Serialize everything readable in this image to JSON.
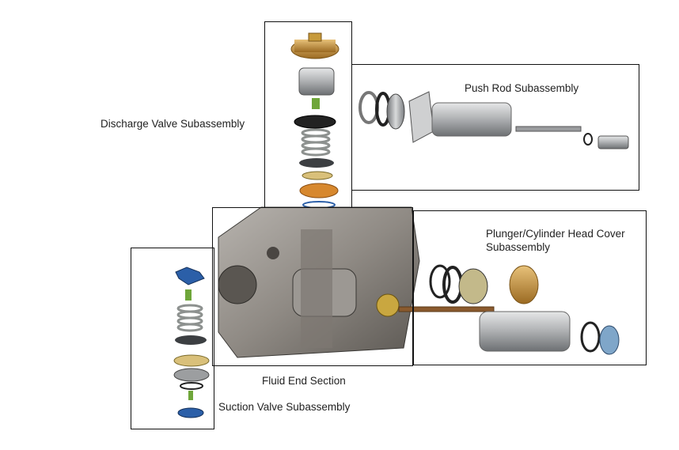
{
  "labels": {
    "discharge_valve": "Discharge Valve Subassembly",
    "push_rod": "Push Rod Subassembly",
    "plunger_cover_line1": "Plunger/Cylinder Head Cover",
    "plunger_cover_line2": "Subassembly",
    "fluid_end": "Fluid End Section",
    "suction_valve": "Suction Valve Subassembly"
  },
  "colors": {
    "frame": "#111111",
    "steel": "#a9abad",
    "steel_dark": "#5c5f62",
    "brass": "#c79a3a",
    "orange": "#d7882e",
    "blue": "#2b5fa8",
    "spring": "#c9ccc9",
    "green": "#6fa63a"
  }
}
